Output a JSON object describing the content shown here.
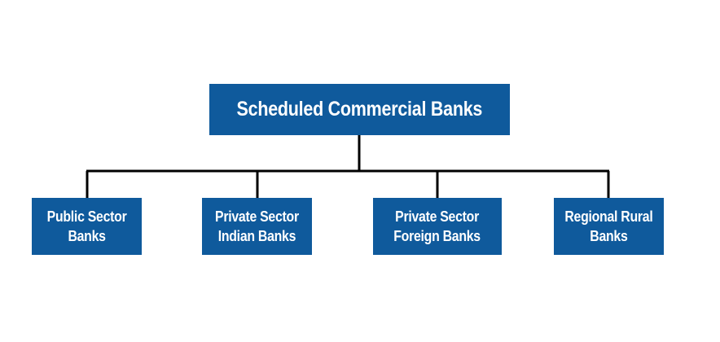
{
  "diagram": {
    "root": {
      "label": "Scheduled Commercial Banks"
    },
    "children": [
      {
        "label": "Public Sector\nBanks"
      },
      {
        "label": "Private Sector\nIndian Banks"
      },
      {
        "label": "Private Sector\nForeign Banks"
      },
      {
        "label": "Regional Rural\nBanks"
      }
    ],
    "colors": {
      "box_fill": "#0f5a9c",
      "box_text": "#ffffff",
      "connector": "#000000"
    }
  }
}
